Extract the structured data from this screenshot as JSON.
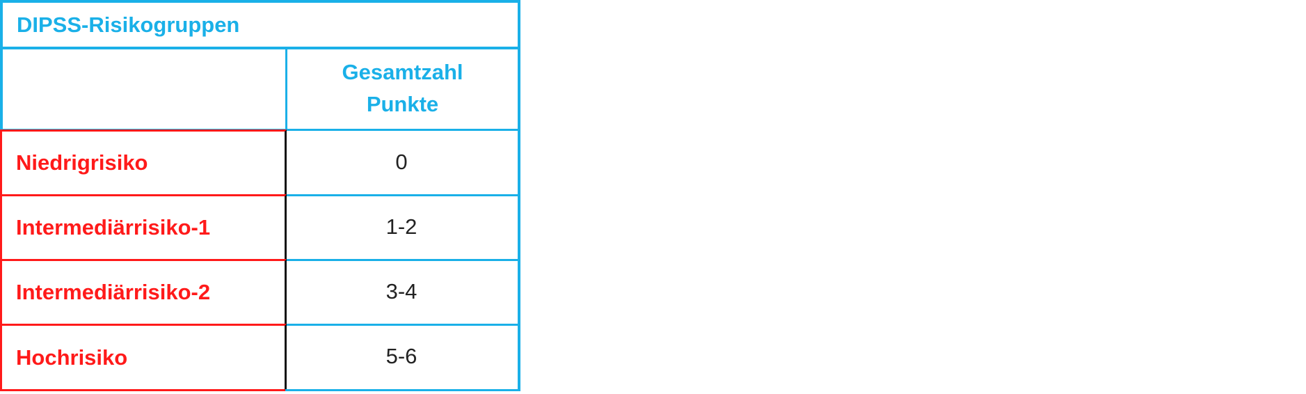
{
  "table": {
    "title": "DIPSS-Risikogruppen",
    "column_header_line1": "Gesamtzahl",
    "column_header_line2": "Punkte",
    "rows": [
      {
        "label": "Niedrigrisiko",
        "points": "0"
      },
      {
        "label": "Intermediärrisiko-1",
        "points": "1-2"
      },
      {
        "label": "Intermediärrisiko-2",
        "points": "3-4"
      },
      {
        "label": "Hochrisiko",
        "points": "5-6"
      }
    ]
  },
  "colors": {
    "header_blue": "#1ab0e8",
    "risk_red": "#ff1a1a"
  }
}
